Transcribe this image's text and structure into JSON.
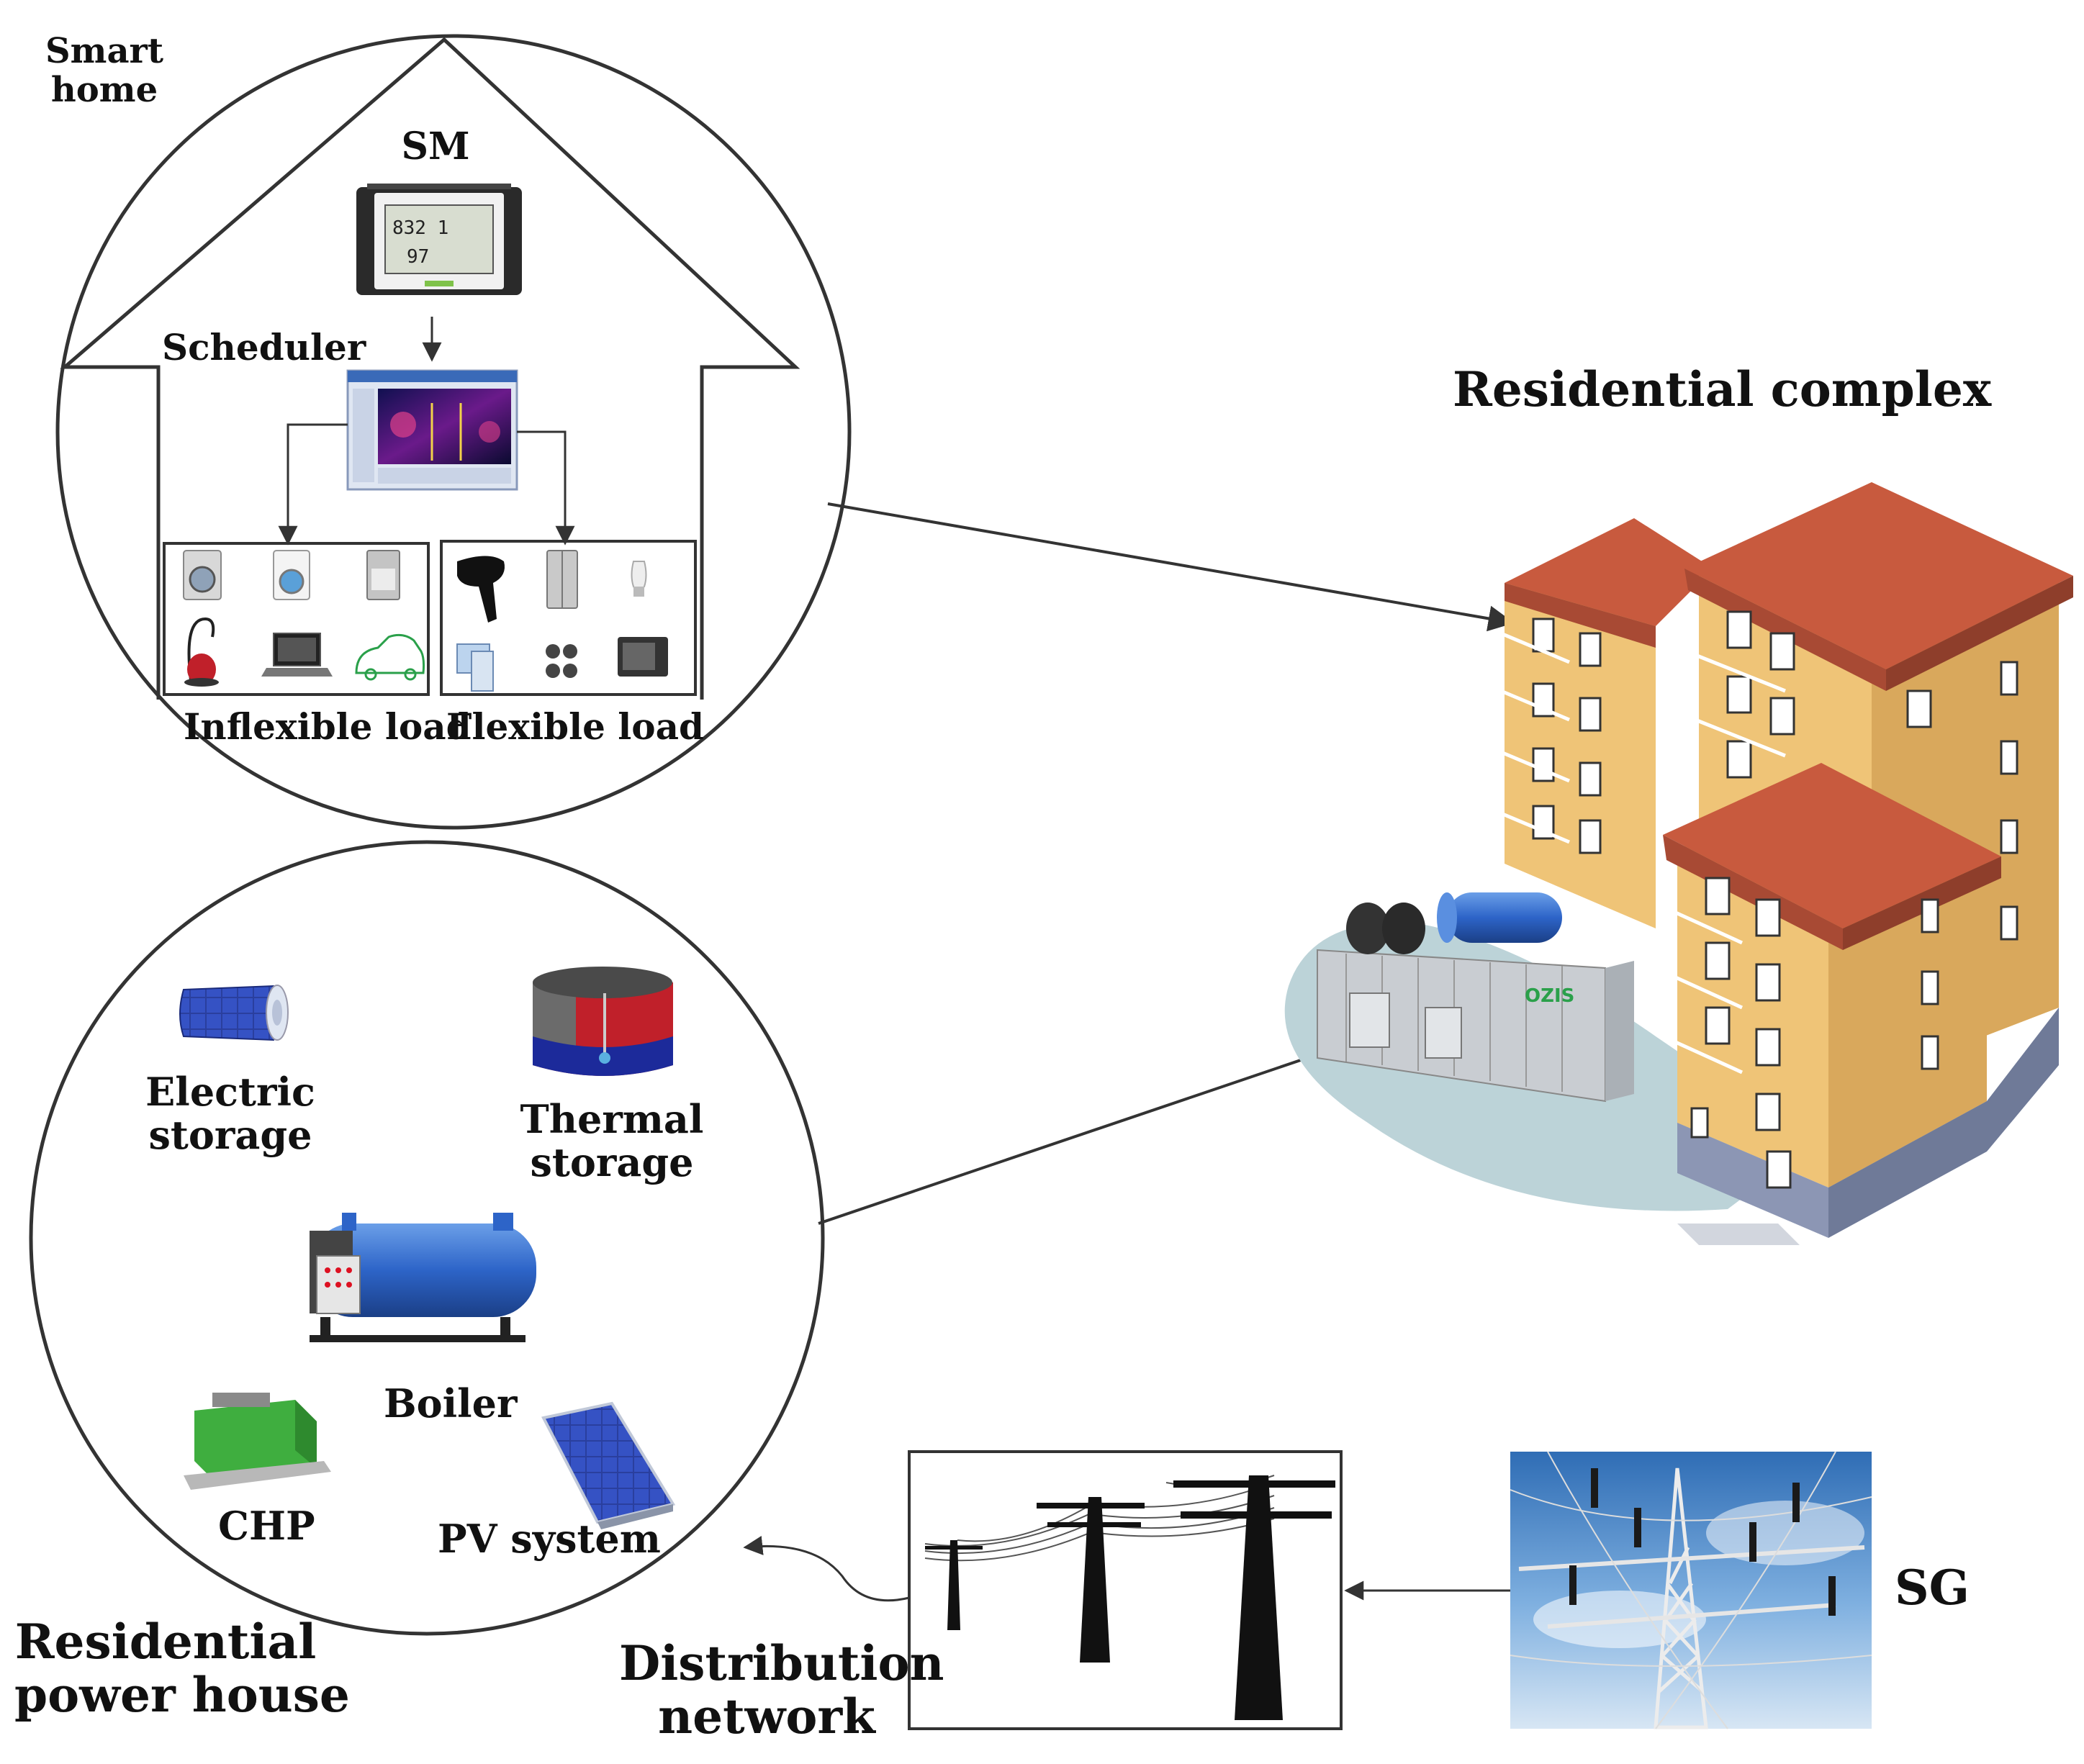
{
  "smart_home": {
    "title_line1": "Smart",
    "title_line2": "home",
    "sm_label": "SM",
    "sm_display_line1": "832 1",
    "sm_display_line2": "97",
    "scheduler_label": "Scheduler",
    "inflexible_label": "Inflexible load",
    "flexible_label": "Flexible load",
    "inflexible_icons": [
      "washing-machine-icon",
      "front-loader-washer-icon",
      "dishwasher-icon",
      "vacuum-cleaner-icon",
      "laptop-icon",
      "electric-car-icon"
    ],
    "flexible_icons": [
      "hair-dryer-icon",
      "refrigerator-icon",
      "light-bulb-icon",
      "computer-icon",
      "air-conditioner-icon",
      "oven-icon"
    ]
  },
  "residential_complex": {
    "title": "Residential complex",
    "generator_brand": "OZIS"
  },
  "power_house": {
    "title_line1": "Residential",
    "title_line2": "power house",
    "electric_storage_line1": "Electric",
    "electric_storage_line2": "storage",
    "thermal_storage_line1": "Thermal",
    "thermal_storage_line2": "storage",
    "boiler": "Boiler",
    "chp": "CHP",
    "pv_system": "PV system"
  },
  "distribution": {
    "title_line1": "Distribution",
    "title_line2": "network"
  },
  "grid": {
    "label": "SG"
  },
  "colors": {
    "line": "#333333",
    "roof": "#c85a3e",
    "wall": "#efc477",
    "wall_shadow": "#d9a85c",
    "base": "#8c96b4",
    "storage_blue": "#2d64c8",
    "chp_green": "#3fae3f",
    "sky": "#4a86c9"
  }
}
